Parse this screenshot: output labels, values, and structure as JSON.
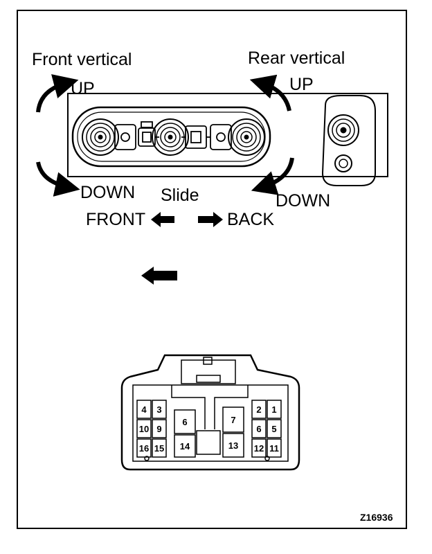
{
  "labels": {
    "front_vertical": "Front vertical",
    "rear_vertical": "Rear vertical",
    "up_front": "UP",
    "up_rear": "UP",
    "down_front": "DOWN",
    "down_rear": "DOWN",
    "slide": "Slide",
    "front": "FRONT",
    "back": "BACK"
  },
  "connector_pins": {
    "p1": "1",
    "p2": "2",
    "p3": "3",
    "p4": "4",
    "p5": "5",
    "p6": "6",
    "p7": "7",
    "p9": "9",
    "p10": "10",
    "p11": "11",
    "p12": "12",
    "p13": "13",
    "p14": "14",
    "p15": "15",
    "p16": "16"
  },
  "figure_code": "Z16936",
  "colors": {
    "ink": "#000000",
    "paper": "#ffffff"
  }
}
